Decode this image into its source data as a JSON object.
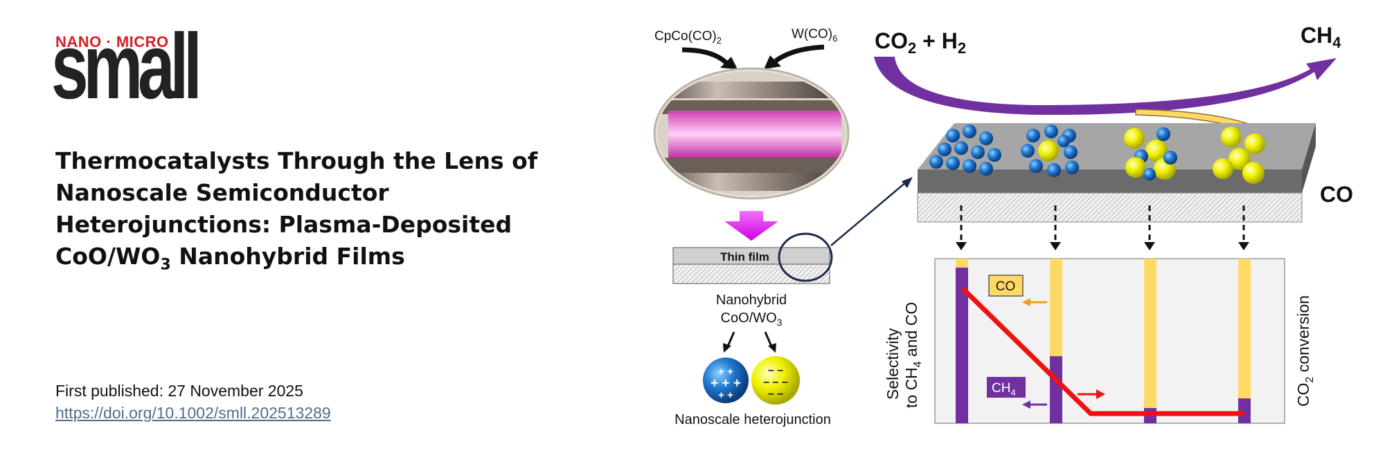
{
  "journal": {
    "logo_top": "NANO · MICRO",
    "logo_main": "small"
  },
  "article": {
    "title_lines": [
      "Thermocatalysts Through the Lens of",
      "Nanoscale Semiconductor",
      "Heterojunctions: Plasma-Deposited"
    ],
    "title_last_pre": "CoO/WO",
    "title_last_sub": "3",
    "title_last_post": " Nanohybrid Films",
    "published": "First published: 27 November 2025",
    "doi": "https://doi.org/10.1002/smll.202513289"
  },
  "graphic": {
    "precursor_co": "CpCo(CO)",
    "precursor_co_sub": "2",
    "precursor_w": "W(CO)",
    "precursor_w_sub": "6",
    "thin_film": "Thin film",
    "nanohybrid_line1": "Nanohybrid",
    "nanohybrid_line2": "CoO/WO",
    "nanohybrid_sub": "3",
    "heterojunction": "Nanoscale heterojunction",
    "reactant_co2": "CO",
    "reactant_sub": "2",
    "reactant_h2": " + H",
    "reactant_h2_sub": "2",
    "product_ch4": "CH",
    "product_ch4_sub": "4",
    "product_co": "CO",
    "label_co": "CO",
    "label_ch4": "CH",
    "label_ch4_sub": "4",
    "selectivity_line1": "Selectivity",
    "selectivity_line2_pre": "to CH",
    "selectivity_line2_sub": "4",
    "selectivity_line2_post": " and CO",
    "conversion_pre": "CO",
    "conversion_sub": "2",
    "conversion_post": " conversion",
    "colors": {
      "purple": "#7030a0",
      "yellow": "#ffd966",
      "red": "#ee1111",
      "blue": "#1f6fc0",
      "magenta": "#e040fb"
    }
  }
}
